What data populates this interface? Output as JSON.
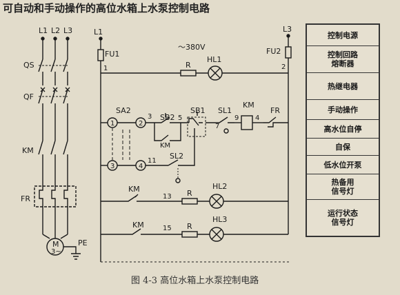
{
  "title": "可自动和手动操作的高位水箱上水泵控制电路",
  "caption": "图 4-3    高位水箱上水泵控制电路",
  "voltage": "～380V",
  "main_circuit": {
    "phases": [
      "L1",
      "L2",
      "L3"
    ],
    "qs": "QS",
    "qf": "QF",
    "km": "KM",
    "fr": "FR",
    "motor": "M",
    "motor_sub": "3~",
    "pe": "PE"
  },
  "control_circuit": {
    "l1": "L1",
    "l3": "L3",
    "fu1": "FU1",
    "fu2": "FU2",
    "node1": "1",
    "node2": "2",
    "r": "R",
    "hl1": "HL1",
    "hl2": "HL2",
    "hl3": "HL3",
    "sa2": "SA2",
    "sb2": "SB2",
    "sb1": "SB1",
    "sl1": "SL1",
    "sl2": "SL2",
    "km": "KM",
    "fr": "FR",
    "n3": "3",
    "n5": "5",
    "n7": "7",
    "n9": "9",
    "n4": "4",
    "n11": "11",
    "n13": "13",
    "n15": "15",
    "c1": "1",
    "c2": "2",
    "c3": "3",
    "c4": "4"
  },
  "legend": [
    "控制电源",
    "控制回路\n熔断器",
    "热继电器",
    "手动操作",
    "高水位自停",
    "自保",
    "低水位开泵",
    "热备用\n信号灯",
    "运行状态\n信号灯"
  ]
}
